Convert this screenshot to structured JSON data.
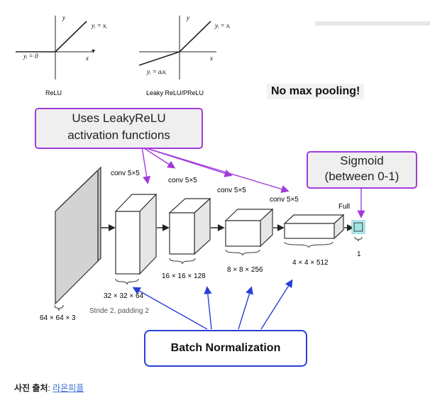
{
  "relu": {
    "y_axis": "y",
    "x_axis": "x",
    "pos_label": "yᵢ = xᵢ",
    "zero_label": "yᵢ = 0",
    "name": "ReLU"
  },
  "leaky": {
    "y_axis": "y",
    "x_axis": "x",
    "pos_label": "yᵢ = xᵢ",
    "neg_label": "yᵢ = aᵢxᵢ",
    "name": "Leaky ReLU/PReLU"
  },
  "note": "No max pooling!",
  "leaky_box": {
    "line1": "Uses LeakyReLU",
    "line2": "activation functions"
  },
  "sigmoid_box": {
    "line1": "Sigmoid",
    "line2": "(between 0-1)"
  },
  "batchnorm": "Batch Normalization",
  "layers": {
    "conv1": "conv 5×5",
    "conv2": "conv 5×5",
    "conv3": "conv 5×5",
    "conv4": "conv 5×5",
    "full": "Full",
    "in_dim": "64 × 64 × 3",
    "d1": "32 × 32 × 64",
    "d2": "16 × 16 × 128",
    "d3": "8 × 8 × 256",
    "d4": "4 × 4 × 512",
    "out_dim": "1",
    "stride": "Stride 2, padding 2"
  },
  "caption": {
    "prefix": "사진 출처",
    "sep": ": ",
    "link": "라온피플"
  },
  "colors": {
    "purple": "#a23bdb",
    "blue": "#2a3fd6",
    "cyan": "#9fe3e6"
  }
}
